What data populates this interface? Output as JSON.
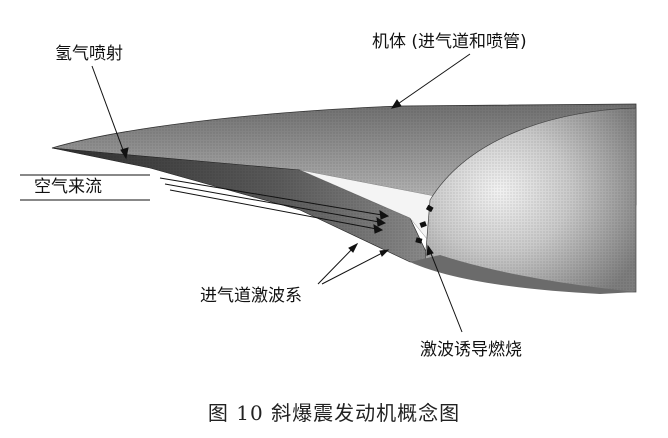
{
  "labels": {
    "hydrogen_jet": "氢气喷射",
    "body": "机体 (进气道和喷管)",
    "air_inflow": "空气来流",
    "inlet_shock": "进气道激波系",
    "shock_combustion": "激波诱导燃烧"
  },
  "caption": "图 10  斜爆震发动机概念图",
  "colors": {
    "hull_light": "#c8c8c8",
    "hull_mid": "#9a9a9a",
    "hull_dark": "#3c3c3c",
    "line": "#111111"
  }
}
